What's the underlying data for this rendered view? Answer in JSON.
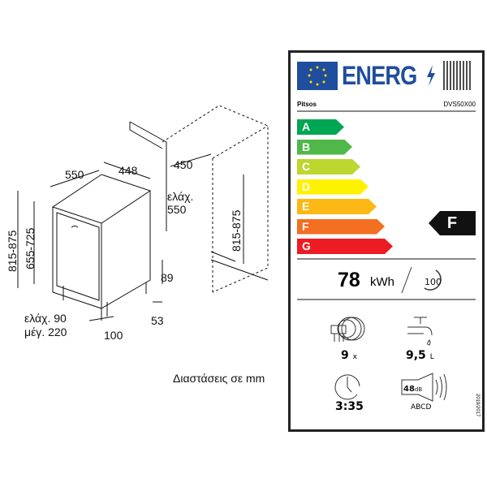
{
  "drawing": {
    "w_550": "550",
    "w_448": "448",
    "w_450": "450",
    "min_label": "ελάχ.",
    "min_550": "550",
    "h_815_875": "815-875",
    "h_655_725": "655-725",
    "h_815_875_r": "815-875",
    "d_89": "89",
    "d_53": "53",
    "d_100": "100",
    "min_90": "ελάχ. 90",
    "max_220": "μέγ. 220",
    "caption": "Διαστάσεις σε mm"
  },
  "label": {
    "title": "ENERG",
    "brand": "Pitsos",
    "model": "DVS50X00",
    "classes": [
      {
        "letter": "A",
        "color": "#00a651"
      },
      {
        "letter": "B",
        "color": "#50b848"
      },
      {
        "letter": "C",
        "color": "#bed630"
      },
      {
        "letter": "D",
        "color": "#fff200"
      },
      {
        "letter": "E",
        "color": "#fcb814"
      },
      {
        "letter": "F",
        "color": "#f36f21"
      },
      {
        "letter": "G",
        "color": "#ed1c24"
      }
    ],
    "rating": "F",
    "energy": "78",
    "energy_unit": "kWh",
    "cycles": "100",
    "place_settings": "9",
    "place_unit": "x",
    "water": "9,5",
    "water_unit": "L",
    "duration": "3:35",
    "noise": "48",
    "noise_unit": "dB",
    "noise_classes": "ABCD",
    "regulation": "2019/2017"
  }
}
